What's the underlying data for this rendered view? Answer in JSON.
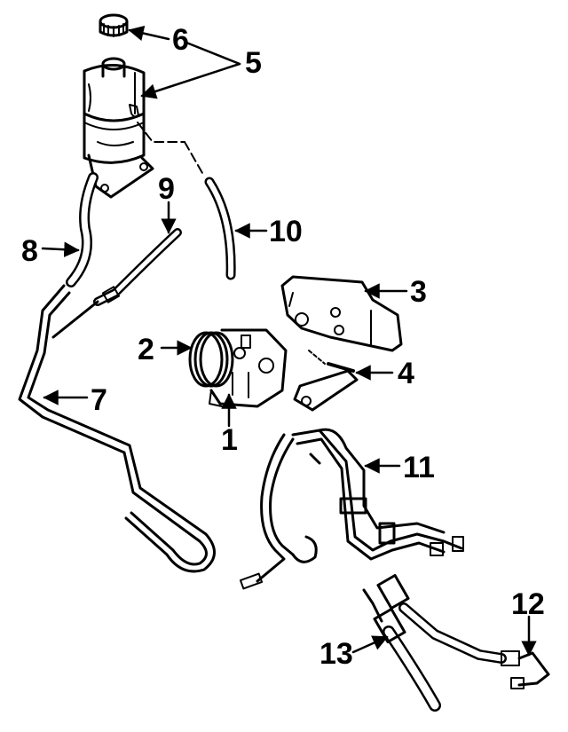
{
  "diagram": {
    "callouts": [
      {
        "label": "1"
      },
      {
        "label": "2"
      },
      {
        "label": "3"
      },
      {
        "label": "4"
      },
      {
        "label": "5"
      },
      {
        "label": "6"
      },
      {
        "label": "7"
      },
      {
        "label": "8"
      },
      {
        "label": "9"
      },
      {
        "label": "10"
      },
      {
        "label": "11"
      },
      {
        "label": "12"
      },
      {
        "label": "13"
      }
    ]
  }
}
